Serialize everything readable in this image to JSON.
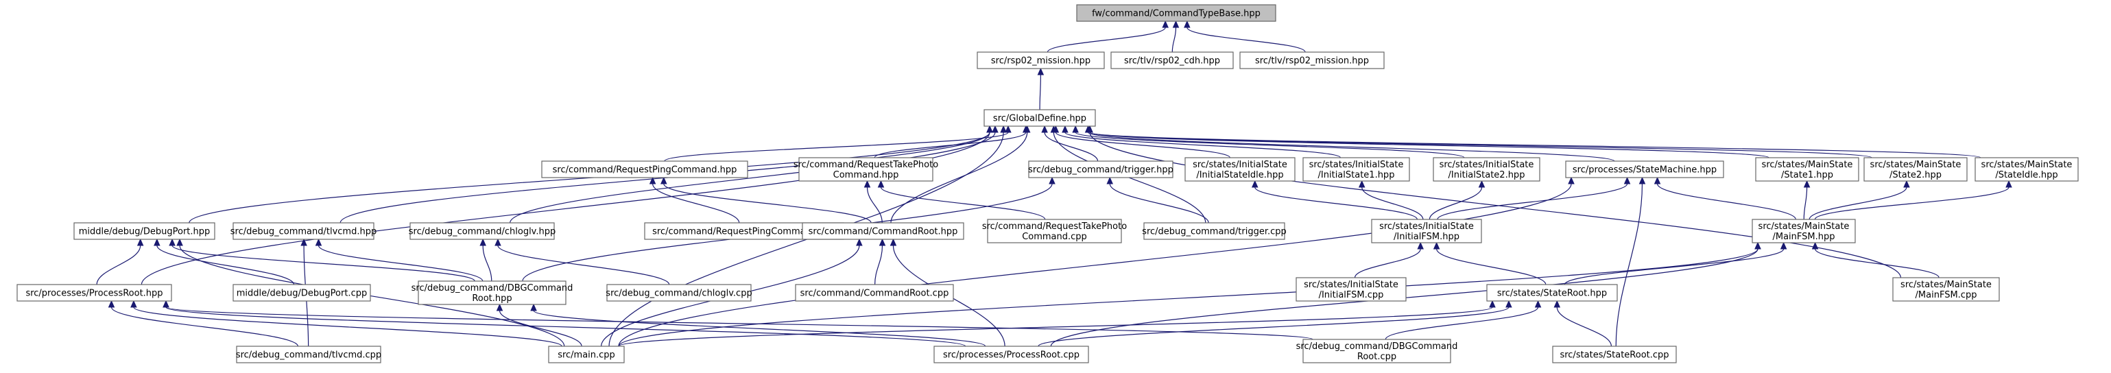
{
  "diagram": {
    "type": "include-dependency-graph",
    "nodes": [
      {
        "id": "root",
        "lines": [
          "fw/command/CommandTypeBase.hpp"
        ],
        "root": true
      },
      {
        "id": "rsp02",
        "lines": [
          "src/rsp02_mission.hpp"
        ]
      },
      {
        "id": "tlvcdh",
        "lines": [
          "src/tlv/rsp02_cdh.hpp"
        ]
      },
      {
        "id": "tlvmission",
        "lines": [
          "src/tlv/rsp02_mission.hpp"
        ]
      },
      {
        "id": "global",
        "lines": [
          "src/GlobalDefine.hpp"
        ]
      },
      {
        "id": "reqping",
        "lines": [
          "src/command/RequestPingCommand.hpp"
        ]
      },
      {
        "id": "reqphoto",
        "lines": [
          "src/command/RequestTakePhoto",
          "Command.hpp"
        ]
      },
      {
        "id": "trigger",
        "lines": [
          "src/debug_command/trigger.hpp"
        ]
      },
      {
        "id": "initidle",
        "lines": [
          "src/states/InitialState",
          "/InitialStateIdle.hpp"
        ]
      },
      {
        "id": "init1",
        "lines": [
          "src/states/InitialState",
          "/InitialState1.hpp"
        ]
      },
      {
        "id": "init2",
        "lines": [
          "src/states/InitialState",
          "/InitialState2.hpp"
        ]
      },
      {
        "id": "statemachine",
        "lines": [
          "src/processes/StateMachine.hpp"
        ]
      },
      {
        "id": "mstate1",
        "lines": [
          "src/states/MainState",
          "/State1.hpp"
        ]
      },
      {
        "id": "mstate2",
        "lines": [
          "src/states/MainState",
          "/State2.hpp"
        ]
      },
      {
        "id": "mstateidle",
        "lines": [
          "src/states/MainState",
          "/StateIdle.hpp"
        ]
      },
      {
        "id": "debugport",
        "lines": [
          "middle/debug/DebugPort.hpp"
        ]
      },
      {
        "id": "tlvcmd",
        "lines": [
          "src/debug_command/tlvcmd.hpp"
        ]
      },
      {
        "id": "chloglv",
        "lines": [
          "src/debug_command/chloglv.hpp"
        ]
      },
      {
        "id": "reqpingcpp",
        "lines": [
          "src/command/RequestPingCommand.cpp"
        ]
      },
      {
        "id": "cmdroot",
        "lines": [
          "src/command/CommandRoot.hpp"
        ]
      },
      {
        "id": "reqphotocpp",
        "lines": [
          "src/command/RequestTakePhoto",
          "Command.cpp"
        ]
      },
      {
        "id": "triggercpp",
        "lines": [
          "src/debug_command/trigger.cpp"
        ]
      },
      {
        "id": "initfsm",
        "lines": [
          "src/states/InitialState",
          "/InitialFSM.hpp"
        ]
      },
      {
        "id": "mainfsm",
        "lines": [
          "src/states/MainState",
          "/MainFSM.hpp"
        ]
      },
      {
        "id": "processroot",
        "lines": [
          "src/processes/ProcessRoot.hpp"
        ]
      },
      {
        "id": "debugportcpp",
        "lines": [
          "middle/debug/DebugPort.cpp"
        ]
      },
      {
        "id": "dbgroot",
        "lines": [
          "src/debug_command/DBGCommand",
          "Root.hpp"
        ]
      },
      {
        "id": "chloglvcpp",
        "lines": [
          "src/debug_command/chloglv.cpp"
        ]
      },
      {
        "id": "cmdrootcpp",
        "lines": [
          "src/command/CommandRoot.cpp"
        ]
      },
      {
        "id": "initfsmcpp",
        "lines": [
          "src/states/InitialState",
          "/InitialFSM.cpp"
        ]
      },
      {
        "id": "stateroot",
        "lines": [
          "src/states/StateRoot.hpp"
        ]
      },
      {
        "id": "mainfsmcpp",
        "lines": [
          "src/states/MainState",
          "/MainFSM.cpp"
        ]
      },
      {
        "id": "tlvcmdcpp",
        "lines": [
          "src/debug_command/tlvcmd.cpp"
        ]
      },
      {
        "id": "maincpp",
        "lines": [
          "src/main.cpp"
        ]
      },
      {
        "id": "processrootcpp",
        "lines": [
          "src/processes/ProcessRoot.cpp"
        ]
      },
      {
        "id": "dbgrootcpp",
        "lines": [
          "src/debug_command/DBGCommand",
          "Root.cpp"
        ]
      },
      {
        "id": "staterootcpp",
        "lines": [
          "src/states/StateRoot.cpp"
        ]
      }
    ],
    "edges": [
      [
        "root",
        "rsp02"
      ],
      [
        "root",
        "tlvcdh"
      ],
      [
        "root",
        "tlvmission"
      ],
      [
        "rsp02",
        "global"
      ],
      [
        "global",
        "reqping"
      ],
      [
        "global",
        "reqphoto"
      ],
      [
        "global",
        "trigger"
      ],
      [
        "global",
        "initidle"
      ],
      [
        "global",
        "init1"
      ],
      [
        "global",
        "init2"
      ],
      [
        "global",
        "statemachine"
      ],
      [
        "global",
        "mstate1"
      ],
      [
        "global",
        "mstate2"
      ],
      [
        "global",
        "mstateidle"
      ],
      [
        "global",
        "debugport"
      ],
      [
        "global",
        "tlvcmd"
      ],
      [
        "global",
        "chloglv"
      ],
      [
        "global",
        "cmdroot"
      ],
      [
        "global",
        "triggercpp"
      ],
      [
        "global",
        "processroot"
      ],
      [
        "global",
        "mainfsmcpp"
      ],
      [
        "global",
        "maincpp"
      ],
      [
        "reqping",
        "reqpingcpp"
      ],
      [
        "reqping",
        "cmdroot"
      ],
      [
        "reqphoto",
        "cmdroot"
      ],
      [
        "reqphoto",
        "reqphotocpp"
      ],
      [
        "trigger",
        "triggercpp"
      ],
      [
        "trigger",
        "dbgroot"
      ],
      [
        "initidle",
        "initfsm"
      ],
      [
        "init1",
        "initfsm"
      ],
      [
        "init2",
        "initfsm"
      ],
      [
        "statemachine",
        "initfsm"
      ],
      [
        "statemachine",
        "mainfsm"
      ],
      [
        "statemachine",
        "staterootcpp"
      ],
      [
        "statemachine",
        "maincpp"
      ],
      [
        "mstate1",
        "mainfsm"
      ],
      [
        "mstate2",
        "mainfsm"
      ],
      [
        "mstateidle",
        "mainfsm"
      ],
      [
        "debugport",
        "processroot"
      ],
      [
        "debugport",
        "debugportcpp"
      ],
      [
        "debugport",
        "dbgroot"
      ],
      [
        "debugport",
        "maincpp"
      ],
      [
        "tlvcmd",
        "dbgroot"
      ],
      [
        "tlvcmd",
        "tlvcmdcpp"
      ],
      [
        "chloglv",
        "dbgroot"
      ],
      [
        "chloglv",
        "chloglvcpp"
      ],
      [
        "cmdroot",
        "cmdrootcpp"
      ],
      [
        "cmdroot",
        "maincpp"
      ],
      [
        "cmdroot",
        "processrootcpp"
      ],
      [
        "initfsm",
        "initfsmcpp"
      ],
      [
        "initfsm",
        "stateroot"
      ],
      [
        "mainfsm",
        "stateroot"
      ],
      [
        "mainfsm",
        "mainfsmcpp"
      ],
      [
        "mainfsm",
        "maincpp"
      ],
      [
        "mainfsm",
        "processrootcpp"
      ],
      [
        "processroot",
        "tlvcmdcpp"
      ],
      [
        "processroot",
        "maincpp"
      ],
      [
        "processroot",
        "processrootcpp"
      ],
      [
        "processroot",
        "dbgrootcpp"
      ],
      [
        "dbgroot",
        "maincpp"
      ],
      [
        "dbgroot",
        "processrootcpp"
      ],
      [
        "stateroot",
        "maincpp"
      ],
      [
        "stateroot",
        "processrootcpp"
      ],
      [
        "stateroot",
        "dbgrootcpp"
      ],
      [
        "stateroot",
        "staterootcpp"
      ]
    ]
  }
}
